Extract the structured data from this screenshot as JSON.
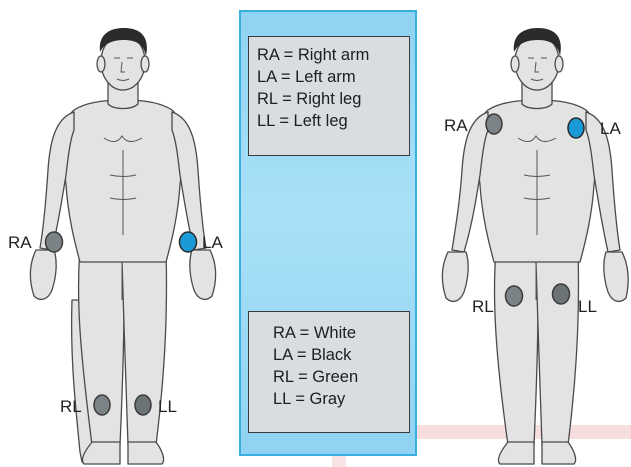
{
  "legend_names": {
    "items": [
      "RA = Right arm",
      "LA = Left arm",
      "RL = Right leg",
      "LL = Left leg"
    ]
  },
  "legend_colors": {
    "items": [
      "RA = White",
      "LA = Black",
      "RL = Green",
      "LL = Gray"
    ]
  },
  "left_figure": {
    "labels": {
      "ra": "RA",
      "la": "LA",
      "rl": "RL",
      "ll": "LL"
    }
  },
  "right_figure": {
    "labels": {
      "ra": "RA",
      "la": "LA",
      "rl": "RL",
      "ll": "LL"
    }
  },
  "colors": {
    "electrode_gray": "#7b8387",
    "electrode_blue": "#1b9ad8",
    "panel_blue": "#9bdaf5",
    "panel_border": "#3aaee0",
    "legend_fill": "#d8dde1",
    "skin": "#e3e3e3",
    "outline": "#4a4a4a",
    "hair": "#2b2b2b"
  }
}
